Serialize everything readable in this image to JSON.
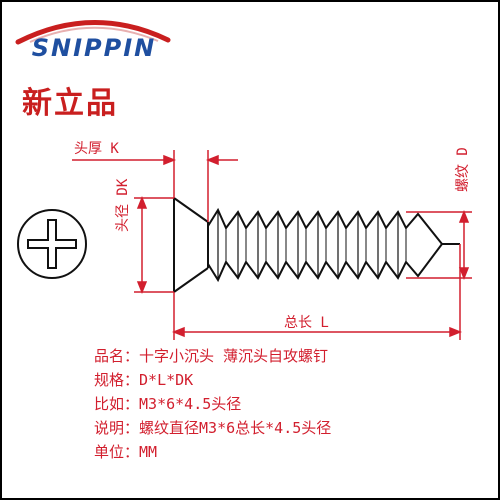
{
  "brand": {
    "name": "SNIPPIN",
    "chinese_name": "新立品"
  },
  "dimensions": {
    "head_thickness": "头厚 K",
    "head_diameter": "头径 DK",
    "thread_diameter": "螺纹 D",
    "total_length": "总长 L"
  },
  "specs": [
    {
      "label": "品名：",
      "value": "十字小沉头 薄沉头自攻螺钉"
    },
    {
      "label": "规格：",
      "value": "D*L*DK"
    },
    {
      "label": "比如：",
      "value": "M3*6*4.5头径"
    },
    {
      "label": "说明：",
      "value": "螺纹直径M3*6总长*4.5头径"
    },
    {
      "label": "单位：",
      "value": "MM"
    }
  ],
  "colors": {
    "annotation": "#d21f2e",
    "brand_blue": "#1f4fa0",
    "brand_red": "#c91f1f",
    "drawing": "#111111"
  },
  "icons": {
    "logo_swoosh": "swoosh-arc",
    "head_top_view": "phillips-cross-icon"
  }
}
